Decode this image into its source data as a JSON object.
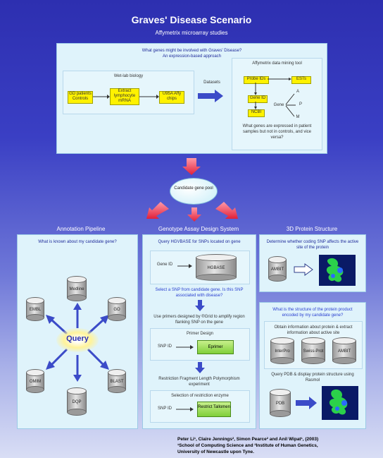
{
  "title": "Graves' Disease Scenario",
  "subtitle": "Affymetrix microarray studies",
  "top_panel": {
    "question": "What genes might be involved with Graves' Disease?",
    "approach": "An expression-based approach",
    "wetlab": {
      "title": "Wet-lab biology",
      "patients": "GD patients",
      "controls": "Controls",
      "extract": "Extract lymphocyte mRNA",
      "chip": "U95A Affy chips"
    },
    "datasets": "Datasets",
    "tool": {
      "title": "Affymetrix data mining tool",
      "probe_ids": "Probe IDs",
      "ests": "ESTs",
      "gene_id": "Gene ID",
      "ncbi": "NCBI",
      "gene": "Gene",
      "a": "A",
      "p": "P",
      "m": "M",
      "question": "What genes are expressed in patient samples but not in controls, and vice versa?"
    }
  },
  "pool": "Candidate gene pool",
  "annotation": {
    "title": "Annotation Pipeline",
    "question": "What is known about my candidate gene?",
    "query": "Query",
    "dbs": [
      "Medline",
      "EMBL",
      "GO",
      "OMIM",
      "DQP",
      "BLAST"
    ]
  },
  "genotype": {
    "title": "Genotype Assay Design System",
    "q1": "Query HGVBASE for SNPs located on gene",
    "gene_id": "Gene ID",
    "hgvbase": "HGBASE",
    "q2": "Select a SNP from candidate gene. Is this SNP associated with disease?",
    "q3": "Use primers designed by ®Grid to amplify region flanking SNP on the gene",
    "primer_title": "Primer Design",
    "snp_id": "SNP ID",
    "eprimer": "Eprimer",
    "rflp": "Restriction Fragment Length Polymorphism experiment",
    "enzyme_title": "Selection of restriction enzyme",
    "snp_id2": "SNP ID",
    "restrict": "Restrict Tallomen"
  },
  "protein": {
    "title": "3D Protein Structure",
    "q1": "Determine whether coding SNP affects the active site of the protein",
    "ambit": "AMBIT",
    "q2": "What is the structure of the protein product encoded by my candidate gene?",
    "q3": "Obtain information about protein & extract information about active site",
    "dbs": [
      "InterPro",
      "Swiss-Prot",
      "AMBIT"
    ],
    "q4": "Query PDB & display protein structure using Rasmol",
    "pdb": "PDB"
  },
  "credits": {
    "line1": "Peter Li¹, Claire Jennings², Simon Pearce² and Anil Wipat¹, (2003)",
    "line2": "¹School of Computing Science and ²Institute of Human Genetics,",
    "line3": "University of Newcastle upon Tyne."
  }
}
